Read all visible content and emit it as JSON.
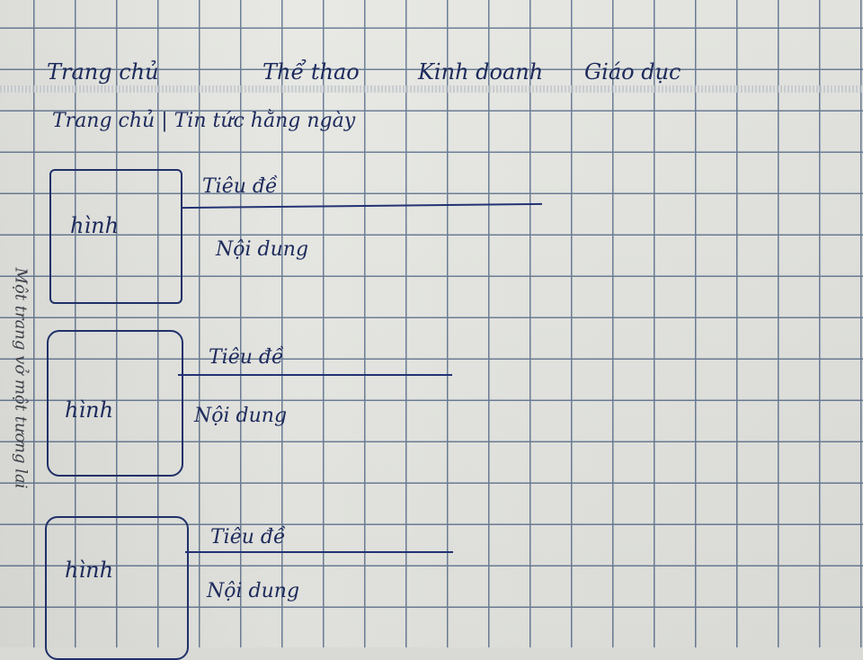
{
  "nav": {
    "items": [
      {
        "label": "Trang chủ"
      },
      {
        "label": "Thể thao"
      },
      {
        "label": "Kinh doanh"
      },
      {
        "label": "Giáo dục"
      }
    ]
  },
  "breadcrumb": {
    "text": "Trang chủ | Tin tức hằng ngày"
  },
  "articles": [
    {
      "image_label": "hình",
      "title": "Tiêu đề",
      "content": "Nội dung"
    },
    {
      "image_label": "hình",
      "title": "Tiêu đề",
      "content": "Nội dung"
    },
    {
      "image_label": "hình",
      "title": "Tiêu đề",
      "content": "Nội dung"
    }
  ],
  "margin_note": "Một trang vở một tương lai"
}
